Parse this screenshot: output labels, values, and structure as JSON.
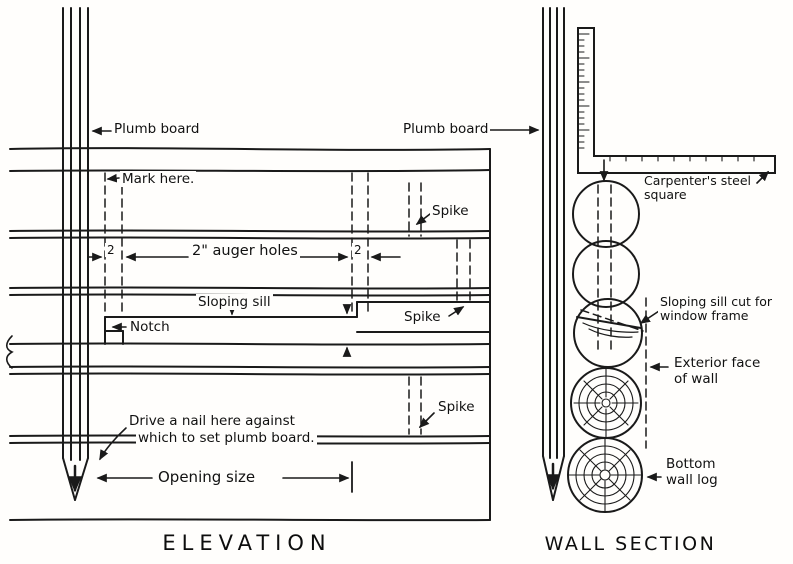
{
  "page": {
    "background": "#fffefc",
    "ink": "#1a1a1a"
  },
  "elevation": {
    "title": "ELEVATION",
    "plumb_board_label": "Plumb board",
    "mark_here_label": "Mark here.",
    "auger_holes_label": "2\" auger holes",
    "dim_two_left": "2",
    "dim_two_right": "2",
    "sloping_sill_label": "Sloping sill",
    "notch_label": "Notch",
    "spike_top_label": "Spike",
    "spike_mid_label": "Spike",
    "spike_bottom_label": "Spike",
    "drive_nail_line1": "Drive a nail here against",
    "drive_nail_line2": "which to set plumb board.",
    "opening_size_label": "Opening size"
  },
  "wall_section": {
    "title": "WALL SECTION",
    "plumb_board_label": "Plumb board",
    "carpenters_square_line1": "Carpenter's steel",
    "carpenters_square_line2": "square",
    "sloping_sill_cut_line1": "Sloping sill cut for",
    "sloping_sill_cut_line2": "window frame",
    "exterior_face_line1": "Exterior face",
    "exterior_face_line2": "of wall",
    "bottom_wall_log_line1": "Bottom",
    "bottom_wall_log_line2": "wall log"
  }
}
